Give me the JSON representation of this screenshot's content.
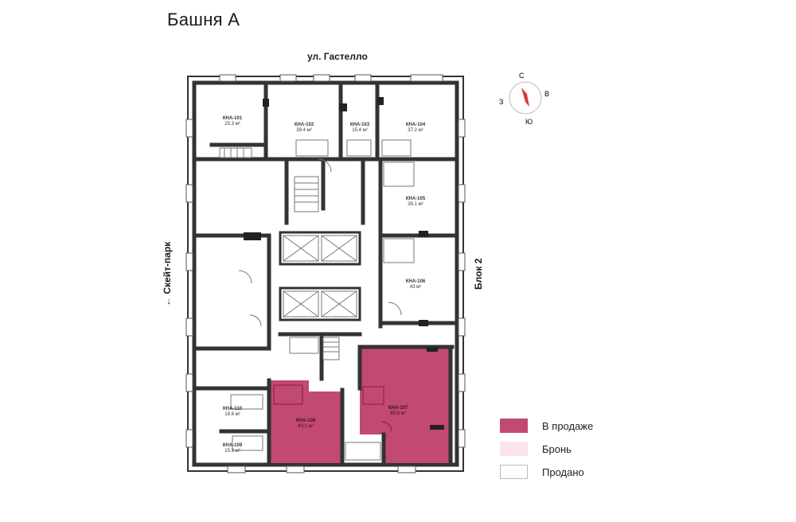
{
  "title": "Башня А",
  "streets": {
    "top": "ул. Гастелло",
    "left": "← Скейт-парк",
    "right": "Блок 2"
  },
  "compass": {
    "north": "С",
    "east": "В",
    "south": "Ю",
    "west": "З"
  },
  "units": [
    {
      "id": "КНА-101",
      "area": "25.3 м²",
      "status": "sold"
    },
    {
      "id": "КНА-102",
      "area": "38.4 м²",
      "status": "sold"
    },
    {
      "id": "КНА-103",
      "area": "15.4 м²",
      "status": "sold"
    },
    {
      "id": "КНА-104",
      "area": "37.2 м²",
      "status": "sold"
    },
    {
      "id": "КНА-105",
      "area": "39.1 м²",
      "status": "sold"
    },
    {
      "id": "КНА-106",
      "area": "43 м²",
      "status": "sold"
    },
    {
      "id": "КНА-107",
      "area": "80.6 м²",
      "status": "on_sale"
    },
    {
      "id": "КНА-108",
      "area": "43.1 м²",
      "status": "on_sale"
    },
    {
      "id": "КНА-109",
      "area": "15.3 м²",
      "status": "sold"
    },
    {
      "id": "КНА-110",
      "area": "18.6 м²",
      "status": "sold"
    }
  ],
  "legend": [
    {
      "label": "В продаже",
      "color": "#c2496f",
      "border": "#c2496f"
    },
    {
      "label": "Бронь",
      "color": "#fce4ec",
      "border": "#fce4ec"
    },
    {
      "label": "Продано",
      "color": "#ffffff",
      "border": "#bbbbbb"
    }
  ],
  "colors": {
    "on_sale": "#c2496f",
    "wall": "#333333"
  }
}
